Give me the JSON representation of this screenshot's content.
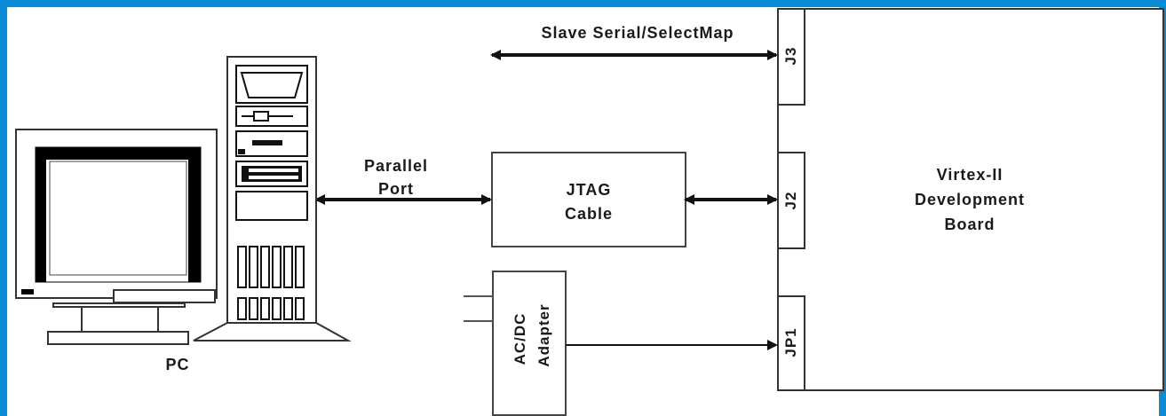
{
  "colors": {
    "frame": "#0a8bd6",
    "ink": "#111111"
  },
  "labels": {
    "slave_serial": "Slave Serial/SelectMap",
    "parallel_port_1": "Parallel",
    "parallel_port_2": "Port",
    "jtag_1": "JTAG",
    "jtag_2": "Cable",
    "board_1": "Virtex-II",
    "board_2": "Development",
    "board_3": "Board",
    "pc": "PC",
    "adapter_1": "AC/DC",
    "adapter_2": "Adapter",
    "j3": "J3",
    "j2": "J2",
    "jp1": "JP1"
  },
  "icons": [
    "monitor-icon",
    "tower-pc-icon",
    "power-plug-icon"
  ]
}
